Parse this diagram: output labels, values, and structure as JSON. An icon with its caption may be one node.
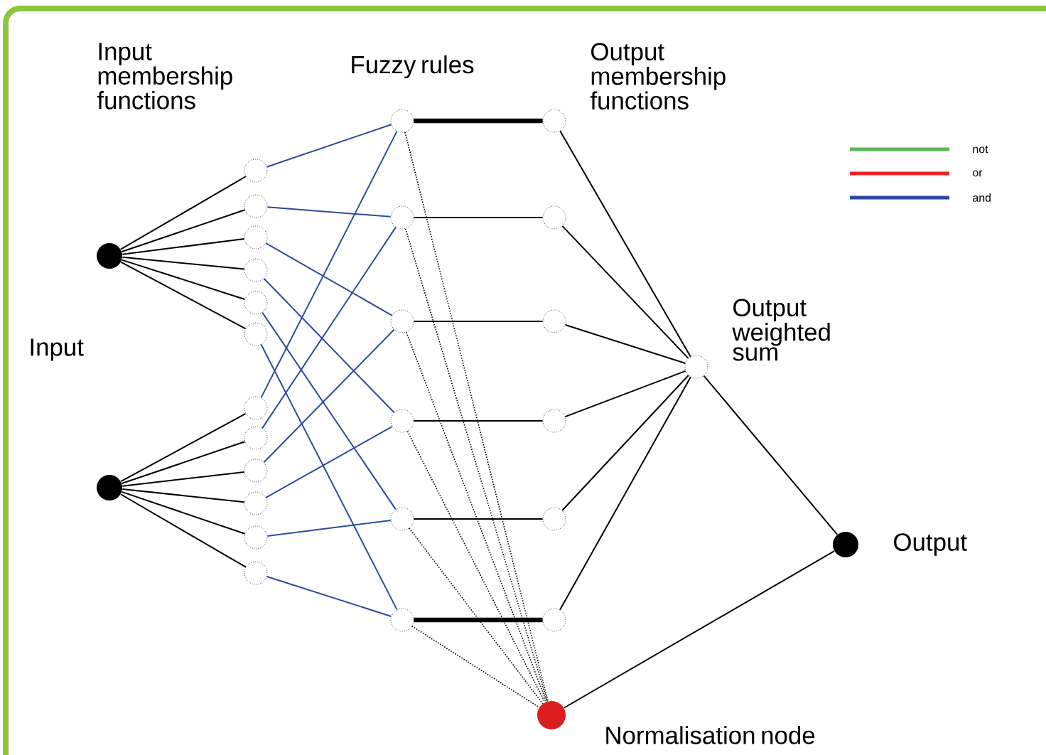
{
  "diagram": {
    "nodes": [
      {
        "text": [],
        "shape": "circle"
      },
      {
        "text": [],
        "shape": "circle"
      },
      {
        "text": [],
        "shape": "circle"
      },
      {
        "text": [],
        "shape": "circle"
      },
      {
        "text": [],
        "shape": "circle"
      },
      {
        "text": [],
        "shape": "circle"
      },
      {
        "text": [],
        "shape": "circle"
      },
      {
        "text": [],
        "shape": "circle"
      },
      {
        "text": [],
        "shape": "circle"
      },
      {
        "text": [],
        "shape": "circle"
      },
      {
        "text": [],
        "shape": "circle"
      },
      {
        "text": [],
        "shape": "circle"
      },
      {
        "text": [],
        "shape": "circle"
      },
      {
        "text": [],
        "shape": "circle"
      },
      {
        "text": [],
        "shape": "circle"
      },
      {
        "text": [],
        "shape": "circle"
      },
      {
        "text": [],
        "shape": "circle"
      },
      {
        "text": [],
        "shape": "circle"
      },
      {
        "text": [],
        "shape": "circle"
      },
      {
        "text": [],
        "shape": "circle"
      },
      {
        "text": [],
        "shape": "circle"
      },
      {
        "text": [],
        "shape": "circle"
      },
      {
        "text": [],
        "shape": "circle"
      },
      {
        "text": [],
        "shape": "circle"
      },
      {
        "text": [],
        "shape": "circle"
      },
      {
        "text": [],
        "shape": "circle"
      },
      {
        "text": [],
        "shape": "circle",
        "beside": [
          "Output weighted sum"
        ]
      },
      {
        "text": [],
        "shape": "circle",
        "beside": [
          "Output"
        ]
      },
      {
        "text": [],
        "shape": "circle",
        "beside": [
          "Normalisation node"
        ]
      }
    ],
    "edges": [
      {
        "from": 0,
        "to": 2,
        "arrow": "none"
      },
      {
        "from": 0,
        "to": 3,
        "arrow": "none"
      },
      {
        "from": 0,
        "to": 4,
        "arrow": "none"
      },
      {
        "from": 0,
        "to": 5,
        "arrow": "none"
      },
      {
        "from": 0,
        "to": 6,
        "arrow": "none"
      },
      {
        "from": 0,
        "to": 7,
        "arrow": "none"
      },
      {
        "from": 1,
        "to": 8,
        "arrow": "none"
      },
      {
        "from": 1,
        "to": 9,
        "arrow": "none"
      },
      {
        "from": 1,
        "to": 10,
        "arrow": "none"
      },
      {
        "from": 1,
        "to": 11,
        "arrow": "none"
      },
      {
        "from": 1,
        "to": 12,
        "arrow": "none"
      },
      {
        "from": 1,
        "to": 13,
        "arrow": "none"
      },
      {
        "from": 2,
        "to": 14,
        "arrow": "none",
        "color": "#2e4a9e"
      },
      {
        "from": 3,
        "to": 15,
        "arrow": "none",
        "color": "#2e4a9e"
      },
      {
        "from": 4,
        "to": 16,
        "arrow": "none",
        "color": "#2e4a9e"
      },
      {
        "from": 5,
        "to": 17,
        "arrow": "none",
        "color": "#2e4a9e"
      },
      {
        "from": 6,
        "to": 18,
        "arrow": "none",
        "color": "#2e4a9e"
      },
      {
        "from": 7,
        "to": 19,
        "arrow": "none",
        "color": "#2e4a9e"
      },
      {
        "from": 8,
        "to": 14,
        "arrow": "none",
        "color": "#2e4a9e"
      },
      {
        "from": 9,
        "to": 15,
        "arrow": "none",
        "color": "#2e4a9e"
      },
      {
        "from": 10,
        "to": 16,
        "arrow": "none",
        "color": "#2e4a9e"
      },
      {
        "from": 11,
        "to": 17,
        "arrow": "none",
        "color": "#2e4a9e"
      },
      {
        "from": 12,
        "to": 18,
        "arrow": "none",
        "color": "#2e4a9e"
      },
      {
        "from": 13,
        "to": 19,
        "arrow": "none",
        "color": "#2e4a9e"
      },
      {
        "from": 14,
        "to": 20,
        "arrow": "none",
        "style": "thick"
      },
      {
        "from": 15,
        "to": 21,
        "arrow": "none"
      },
      {
        "from": 16,
        "to": 22,
        "arrow": "none"
      },
      {
        "from": 17,
        "to": 23,
        "arrow": "none"
      },
      {
        "from": 18,
        "to": 24,
        "arrow": "none"
      },
      {
        "from": 19,
        "to": 25,
        "arrow": "none",
        "style": "thick"
      },
      {
        "from": 20,
        "to": 26,
        "arrow": "none"
      },
      {
        "from": 21,
        "to": 26,
        "arrow": "none"
      },
      {
        "from": 22,
        "to": 26,
        "arrow": "none"
      },
      {
        "from": 23,
        "to": 26,
        "arrow": "none"
      },
      {
        "from": 24,
        "to": 26,
        "arrow": "none"
      },
      {
        "from": 25,
        "to": 26,
        "arrow": "none"
      },
      {
        "from": 26,
        "to": 27,
        "arrow": "none"
      },
      {
        "from": 28,
        "to": 27,
        "arrow": "none"
      },
      {
        "from": 14,
        "to": 28,
        "arrow": "none",
        "style": "dashed"
      },
      {
        "from": 15,
        "to": 28,
        "arrow": "none",
        "style": "dashed"
      },
      {
        "from": 16,
        "to": 28,
        "arrow": "none",
        "style": "dashed"
      },
      {
        "from": 17,
        "to": 28,
        "arrow": "none",
        "style": "dashed"
      },
      {
        "from": 18,
        "to": 28,
        "arrow": "none",
        "style": "dashed"
      },
      {
        "from": 19,
        "to": 28,
        "arrow": "none",
        "style": "dashed"
      }
    ],
    "labels": [
      "Input membership functions",
      "Fuzzy rules",
      "Output membership functions",
      "Input"
    ],
    "legend": [
      {
        "text": "not",
        "color": "#5cb85c"
      },
      {
        "text": "or",
        "color": "#e8232a"
      },
      {
        "text": "and",
        "color": "#2e4a9e"
      }
    ]
  }
}
